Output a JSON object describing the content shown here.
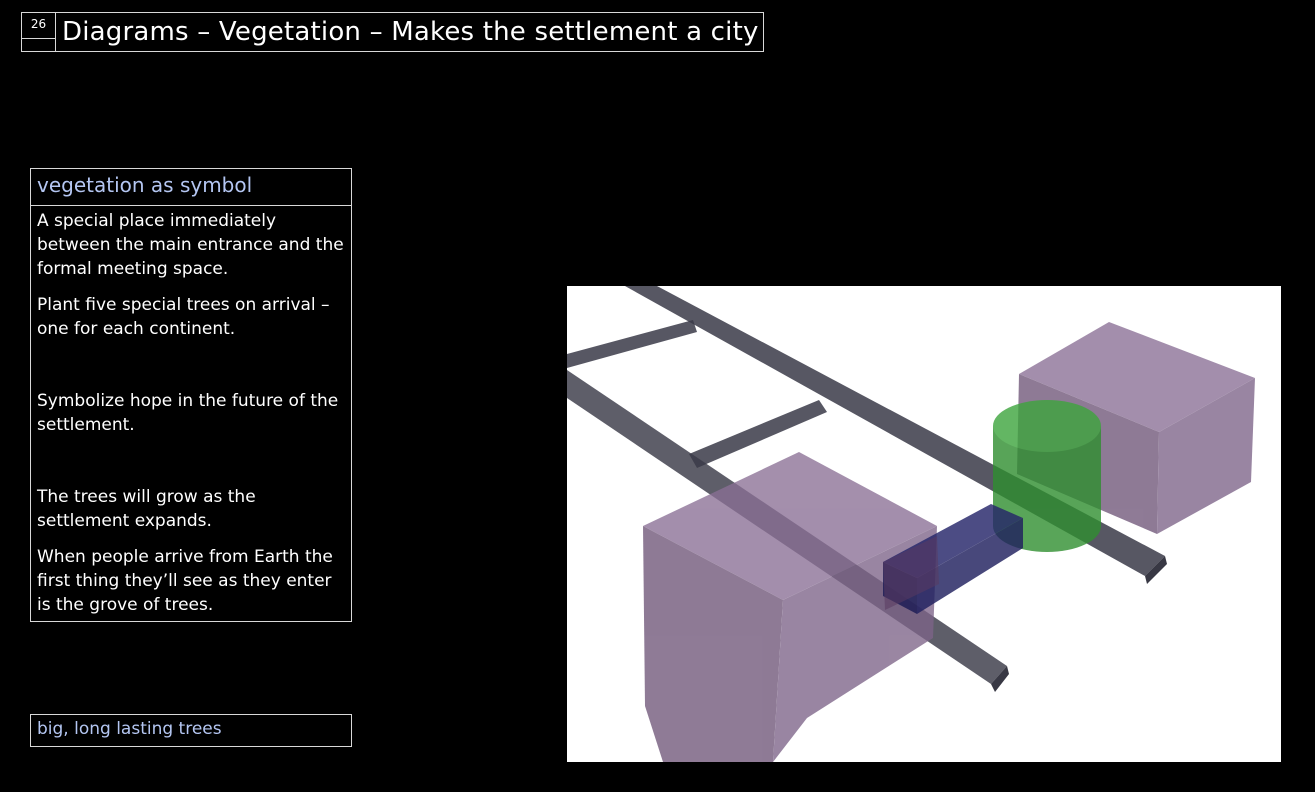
{
  "header": {
    "page_number": "26",
    "title": "Diagrams – Vegetation – Makes the settlement a city"
  },
  "panel": {
    "heading": "vegetation as symbol",
    "paragraphs": [
      "A special place immediately between the main entrance and the formal meeting space.",
      "Plant five special trees on arrival – one for each continent.",
      "Symbolize hope in the future of the settlement.",
      "The trees will grow as the settlement expands.",
      "When people arrive from Earth the first thing they’ll see as they enter is the grove of trees."
    ]
  },
  "footer": {
    "label": "big, long lasting trees"
  },
  "diagram": {
    "colors": {
      "background": "#ffffff",
      "cube": "#7a5f82",
      "beam": "#2a2a3a",
      "connector": "#1f1f5e",
      "cylinder": "#2e8b2e"
    },
    "icons": [
      "purple-cube-left",
      "purple-cube-right",
      "green-cylinder",
      "dark-beam",
      "blue-connector"
    ]
  }
}
